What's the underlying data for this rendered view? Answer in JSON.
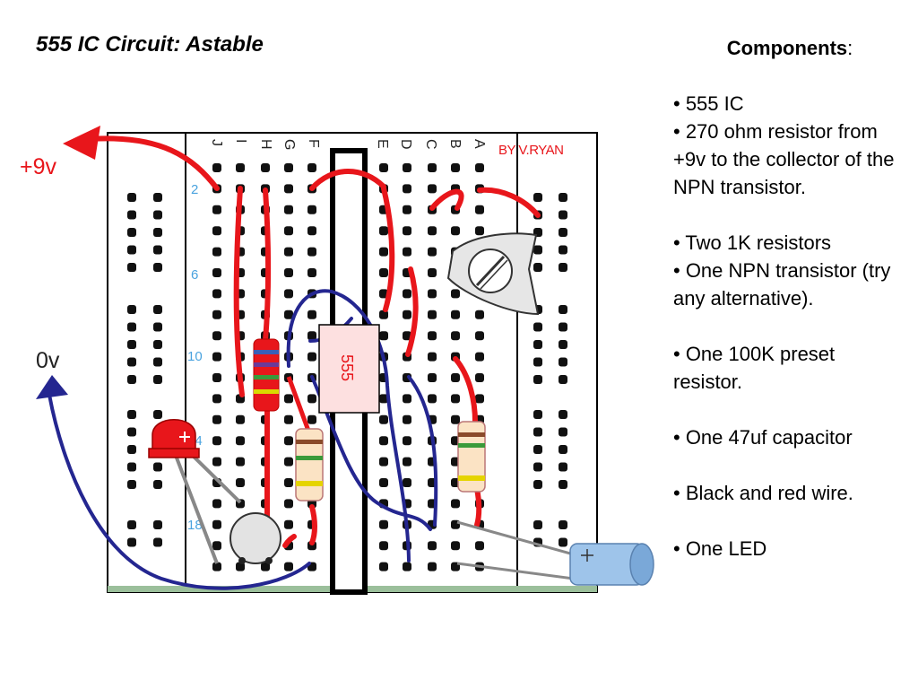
{
  "title": "555 IC Circuit:  Astable",
  "components": {
    "heading": "Components",
    "heading_suffix": ":",
    "items": [
      "• 555 IC",
      "• 270 ohm resistor from +9v to the collector of the NPN transistor.",
      "• Two 1K resistors",
      "• One NPN transistor (try any alternative).",
      "• One 100K preset resistor.",
      "• One 47uf capacitor",
      "• Black and red wire.",
      "• One LED"
    ]
  },
  "diagram": {
    "supply_label": "+9v",
    "ground_label": "0v",
    "credit": "BY V.RYAN",
    "ic_label": "555",
    "column_letters": [
      "J",
      "I",
      "H",
      "G",
      "F",
      "E",
      "D",
      "C",
      "B",
      "A"
    ],
    "row_numbers": [
      "2",
      "6",
      "10",
      "14",
      "18"
    ],
    "colors": {
      "red_wire": "#e8161b",
      "blue_wire": "#242690",
      "row_number_blue": "#4aa3df",
      "credit_red": "#e8161b",
      "led_red": "#e8161b",
      "ic_fill": "#fde0e0",
      "capacitor_blue": "#9ec4ea"
    }
  }
}
